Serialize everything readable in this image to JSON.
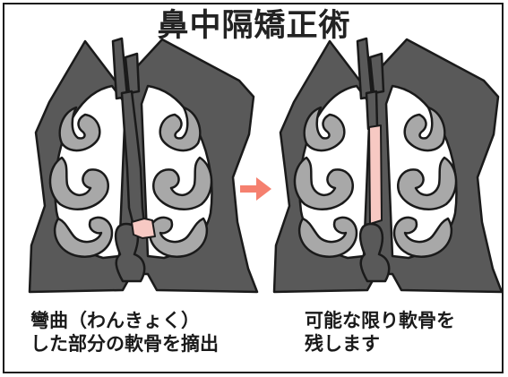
{
  "title": "鼻中隔矯正術",
  "left_caption": {
    "line1": "彎曲（わんきょく）",
    "line2": "した部分の軟骨を摘出"
  },
  "right_caption": {
    "line1": "可能な限り軟骨を",
    "line2": "残します"
  },
  "colors": {
    "outer_tissue": "#595959",
    "outline": "#1a1a1a",
    "turbinate": "#a8a8a8",
    "airway": "#ffffff",
    "cartilage": "#f7c9c3",
    "arrow": "#f5806f"
  }
}
